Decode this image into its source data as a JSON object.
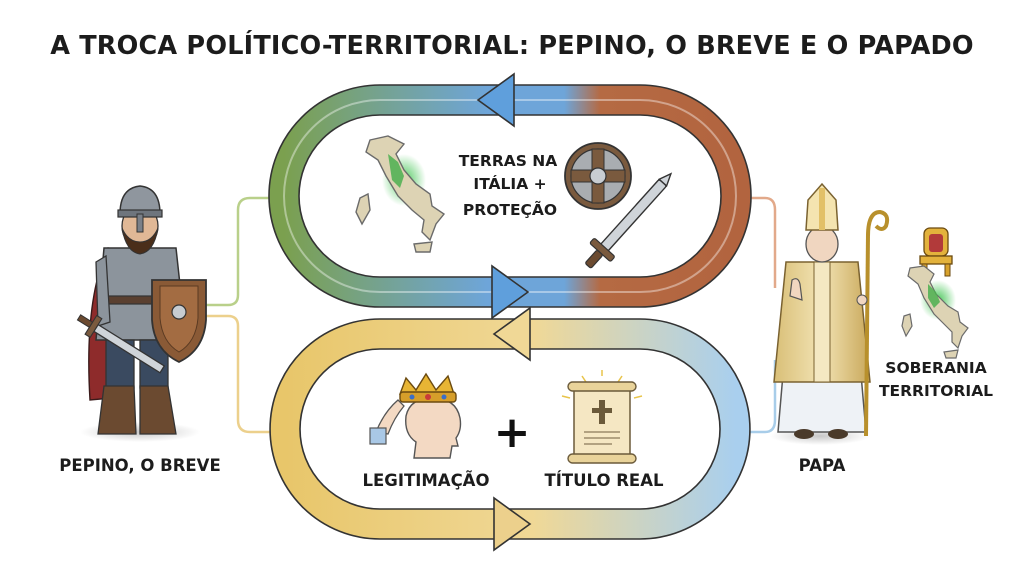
{
  "title": "A TROCA POLÍTICO-TERRITORIAL: PEPINO, O BREVE E O PAPADO",
  "left_actor": {
    "label": "PEPINO, O BREVE"
  },
  "right_actor": {
    "label": "PAPA"
  },
  "top_loop": {
    "label_lines": [
      "TERRAS NA",
      "ITÁLIA +",
      "PROTEÇÃO"
    ],
    "icons": [
      "italy-map-icon",
      "round-shield-icon",
      "sword-icon"
    ]
  },
  "bottom_loop": {
    "left_label": "LEGITIMAÇÃO",
    "operator": "+",
    "right_label": "TÍTULO REAL",
    "icons": [
      "crowning-head-icon",
      "royal-scroll-icon"
    ]
  },
  "side_panel": {
    "label_lines": [
      "SOBERANIA",
      "TERRITORIAL"
    ],
    "icons": [
      "throne-icon",
      "italy-map-icon"
    ]
  },
  "colors": {
    "green": "#6f9a4a",
    "rust": "#b26a45",
    "blue": "#6aa6dd",
    "gold": "#e8c76a",
    "light_blue": "#b8d7ef"
  }
}
